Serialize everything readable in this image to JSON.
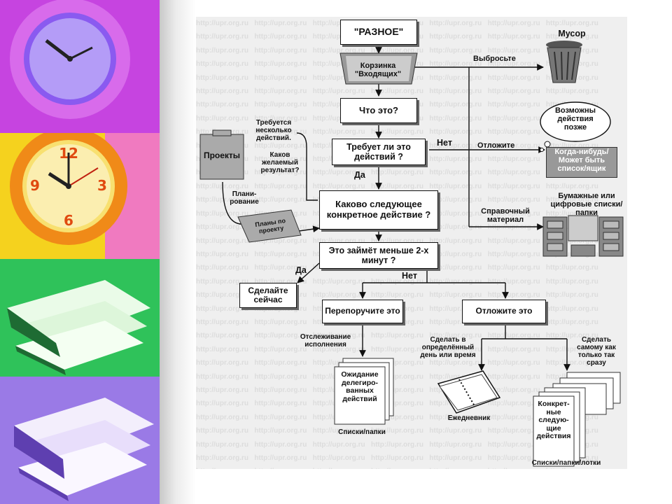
{
  "watermark": "http://upr.org.ru",
  "flow": {
    "stuff": "\"РАЗНОЕ\"",
    "inbox": "Корзинка \"Входящих\"",
    "what": "Что это?",
    "action_needed": "Требует ли это действий ?",
    "next_action": "Каково следующее конкретное действие ?",
    "two_minutes": "Это займёт меньше 2-х минут ?",
    "do_now": "Сделайте сейчас",
    "delegate": "Перепоручите это",
    "defer": "Отложите это",
    "projects": "Проекты",
    "project_plans": "Планы по проекту"
  },
  "labels": {
    "trash_title": "Мусор",
    "discard": "Выбросьте",
    "maybe_cloud": "Возможны действия позже",
    "postpone": "Отложите",
    "someday": "Когда-нибудь/ Может быть список/ящик",
    "paper_lists": "Бумажные или цифровые списки/папки",
    "reference": "Справочный материал",
    "net_1": "Нет",
    "yes_1": "Да",
    "multi_actions": "Требуется несколько действий.",
    "desired_result": "Каков желаемый результат?",
    "planning": "Плани-рование",
    "yes_2": "Да",
    "net_2": "Нет",
    "tracking": "Отслеживание исполнения",
    "waiting": "Ожидание делегиро-ванных действий",
    "lists_folders": "Списки/папки",
    "specific_day": "Сделать в определённый день или время",
    "asap": "Сделать самому как только так сразу",
    "planner": "Ежедневник",
    "next_actions": "Конкрет-ные следую-щие действия",
    "lists_trays": "Списки/папки/лотки"
  },
  "colors": {
    "tile_1": "#c644e0",
    "tile_2": "#f5d21e",
    "tile_3": "#2fc25a",
    "tile_4": "#9a7ae6",
    "diagram_bg": "#efefef"
  }
}
